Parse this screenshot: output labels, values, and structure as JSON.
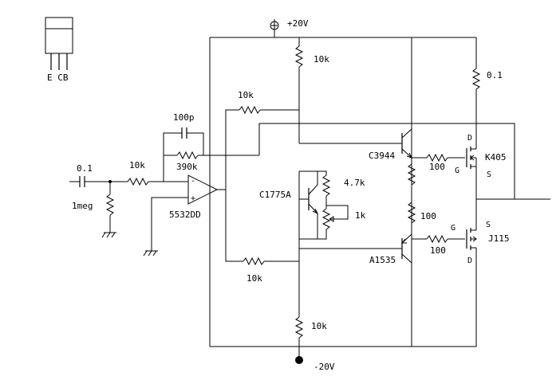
{
  "labels": {
    "supply_pos": "+20V",
    "supply_neg": "-20V",
    "pkg_pins": "E CB",
    "r_top": "10k",
    "r_bottom": "10k",
    "r_fb_top": "10k",
    "r_fb_bottom": "10k",
    "r_source": "0.1",
    "c_fb": "100p",
    "r_fb": "390k",
    "c_in": "0.1",
    "r_in": "10k",
    "r_shunt": "1meg",
    "opamp": "5532DD",
    "q_bias": "C1775A",
    "r_bias": "4.7k",
    "pot_bias": "1k",
    "q_npn": "C3944",
    "q_pnp": "A1535",
    "r_gate_top": "100",
    "r_gate_bottom": "100",
    "r_mid": "100",
    "mos_top": "K405",
    "mos_bottom": "J115",
    "pin_d1": "D",
    "pin_g1": "G",
    "pin_s1": "S",
    "pin_s2": "S",
    "pin_g2": "G",
    "pin_d2": "D",
    "opamp_plus": "+",
    "opamp_minus": "-"
  }
}
